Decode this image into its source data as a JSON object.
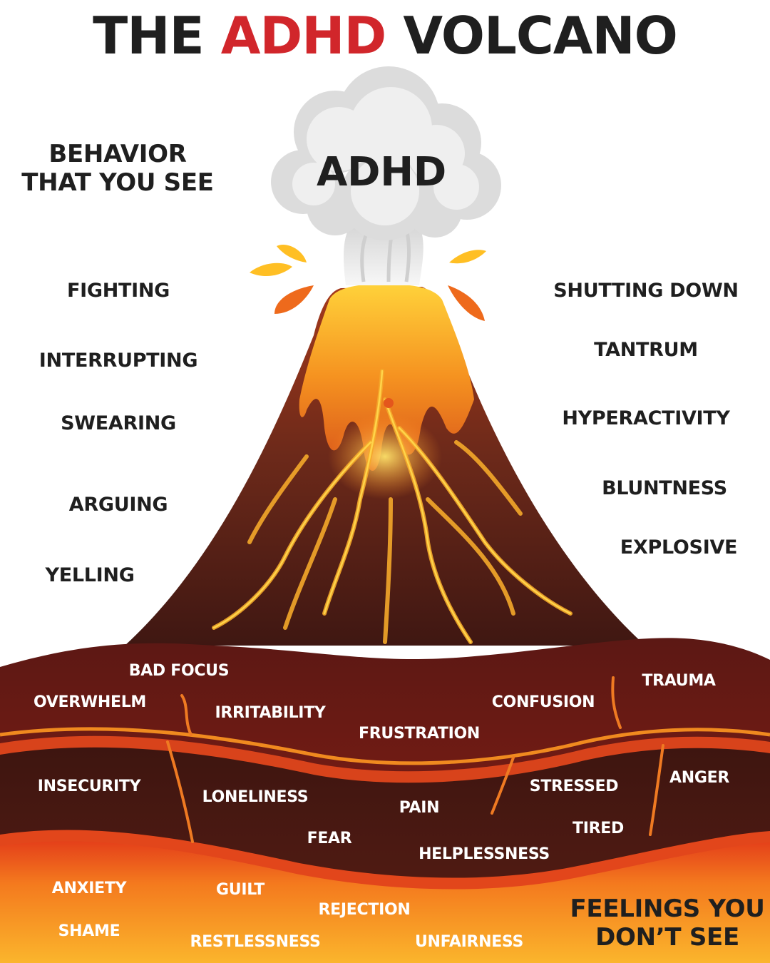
{
  "title": {
    "part1": "THE ",
    "part2": "ADHD",
    "part3": " VOLCANO"
  },
  "cloud_label": "ADHD",
  "visible_heading": {
    "line1": "BEHAVIOR",
    "line2": "THAT YOU SEE"
  },
  "hidden_heading": {
    "line1": "FEELINGS YOU",
    "line2": "DON’T SEE"
  },
  "behaviors_left": [
    "FIGHTING",
    "INTERRUPTING",
    "SWEARING",
    "ARGUING",
    "YELLING"
  ],
  "behaviors_right": [
    "SHUTTING DOWN",
    "TANTRUM",
    "HYPERACTIVITY",
    "BLUNTNESS",
    "EXPLOSIVE"
  ],
  "feelings_layer1": [
    "BAD FOCUS",
    "OVERWHELM",
    "IRRITABILITY",
    "FRUSTRATION",
    "CONFUSION",
    "TRAUMA"
  ],
  "feelings_layer2": [
    "INSECURITY",
    "LONELINESS",
    "FEAR",
    "PAIN",
    "HELPLESSNESS",
    "STRESSED",
    "TIRED",
    "ANGER"
  ],
  "feelings_layer3": [
    "ANXIETY",
    "SHAME",
    "GUILT",
    "RESTLESSNESS",
    "REJECTION",
    "UNFAIRNESS"
  ],
  "colors": {
    "title_accent": "#d1262b",
    "text_dark": "#1f1f1f",
    "volcano_brown": "#5a2318",
    "lava_orange": "#f07a1c",
    "lava_yellow": "#ffc928",
    "layer_dark_red": "#6e1a14",
    "layer_brown": "#4a1a12",
    "magma_orange": "#f5901f",
    "cloud_grey": "#e4e4e4"
  }
}
